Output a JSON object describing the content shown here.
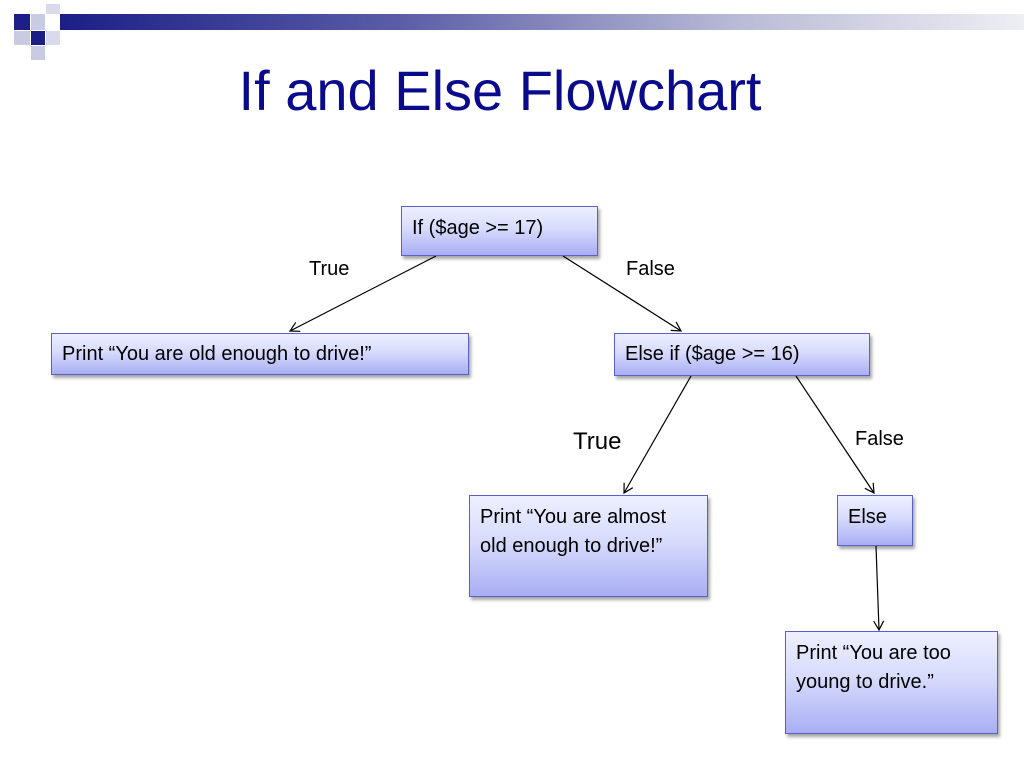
{
  "title": "If and Else Flowchart",
  "nodes": {
    "if_age_17": "If ($age >= 17)",
    "print_old_enough": "Print “You are old enough to drive!”",
    "else_if_age_16": "Else if ($age >= 16)",
    "print_almost_old": "Print “You are almost old enough to drive!”",
    "else": "Else",
    "print_too_young": "Print “You are too young to drive.”"
  },
  "edge_labels": {
    "if_true": "True",
    "if_false": "False",
    "elseif_true": "True",
    "elseif_false": "False"
  },
  "colors": {
    "title": "#0a0a8c",
    "node_border": "#5a62c8",
    "node_fill_top": "#eef0ff",
    "node_fill_bottom": "#a9aef4",
    "header_bar": "#1b1f86"
  }
}
